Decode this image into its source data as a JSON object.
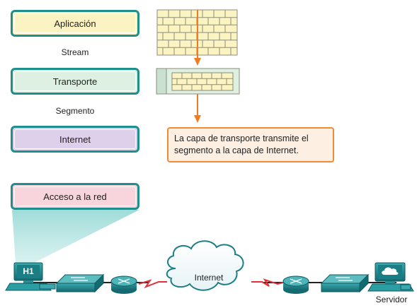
{
  "layers": [
    {
      "label": "Aplicación",
      "color": "#fbf3c2"
    },
    {
      "label": "Transporte",
      "color": "#def0e2"
    },
    {
      "label": "Internet",
      "color": "#ddd0ea"
    },
    {
      "label": "Acceso a la red",
      "color": "#f8d4dc"
    }
  ],
  "pdu_labels": {
    "stream": "Stream",
    "segment": "Segmento"
  },
  "callout": {
    "text": "La capa de transporte transmite el segmento a la capa de Internet."
  },
  "network": {
    "host": "H1",
    "cloud": "Internet",
    "server": "Servidor"
  },
  "colors": {
    "layer_border": "#1e8f8c",
    "arrow": "#f07c22",
    "callout_border": "#f28a36",
    "device": "#1c7f85",
    "wan": "#e0303a"
  }
}
